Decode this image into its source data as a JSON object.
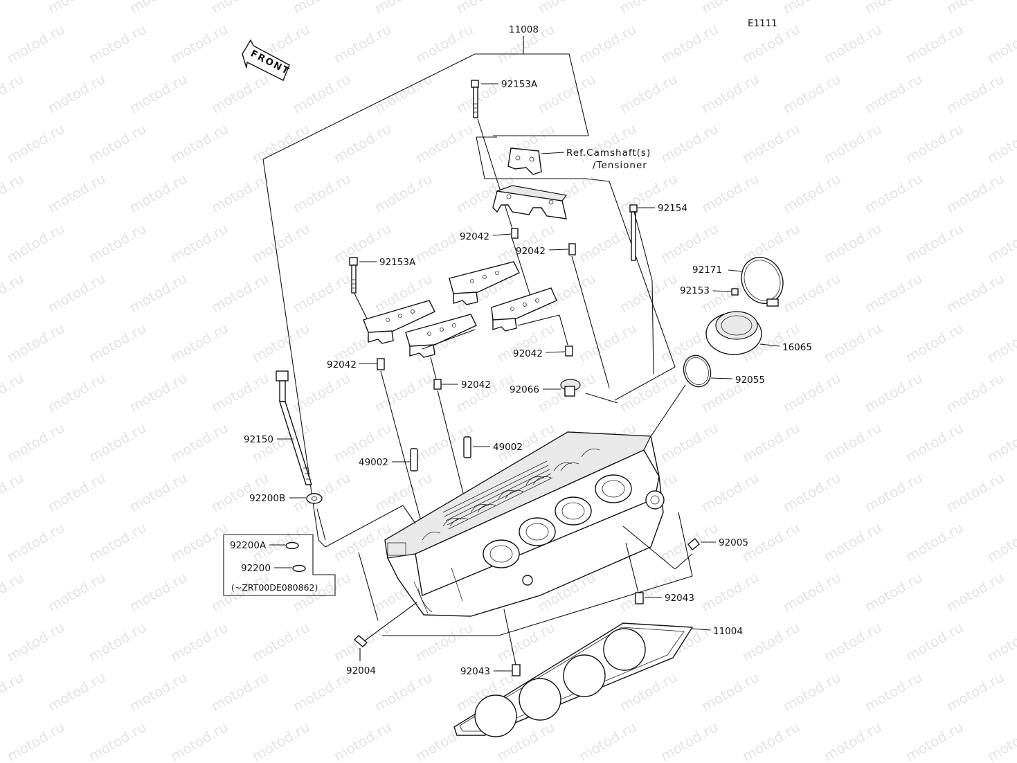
{
  "diagram_code": "E1111",
  "front_label": "FRONT",
  "assembly_number": "11008",
  "ref_note": {
    "line1": "Ref.Camshaft(s)",
    "line2": "/Tensioner"
  },
  "labels": {
    "p92153A_top": "92153A",
    "p92153A_left": "92153A",
    "p92154": "92154",
    "p92171": "92171",
    "p92153": "92153",
    "p16065": "16065",
    "p92055": "92055",
    "p92042_a": "92042",
    "p92042_b": "92042",
    "p92042_c": "92042",
    "p92042_d": "92042",
    "p92042_e": "92042",
    "p92066": "92066",
    "p49002_left": "49002",
    "p49002_right": "49002",
    "p92150": "92150",
    "p92200B": "92200B",
    "p92200A": "92200A",
    "p92200": "92200",
    "serial_note": "(~ZRT00DE080862)",
    "p92005": "92005",
    "p92043_right": "92043",
    "p92043_bottom": "92043",
    "p11004": "11004",
    "p92004": "92004"
  },
  "watermark": "motod.ru"
}
